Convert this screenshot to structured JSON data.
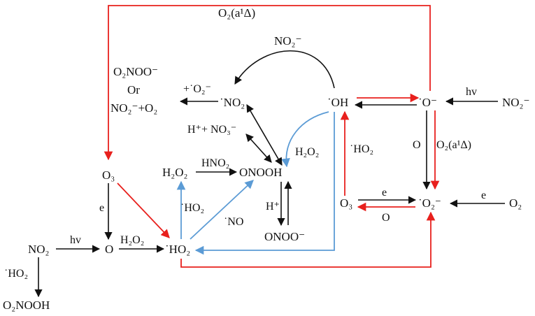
{
  "colors": {
    "black": "#111111",
    "red": "#e8201d",
    "blue": "#5b9bd5"
  },
  "species": {
    "o2_a1delta_top": "O₂(a¹Δ)",
    "no2_minus_top": "NO₂⁻",
    "o2noo_minus": "O₂NOO⁻",
    "or": "Or",
    "no2m_plus_o2": "NO₂⁻+O₂",
    "no2_radical": "˙NO₂",
    "oh_radical": "˙OH",
    "o_radical_anion": "˙O⁻",
    "no2_minus_right": "NO₂⁻",
    "o3_left": "O₃",
    "h2o2_left": "H₂O₂",
    "onooh": "ONOOH",
    "oonoo_minus": "ONOO⁻",
    "o3_right": "O₃",
    "superoxide": "˙O₂⁻",
    "o2_right": "O₂",
    "no2_left": "NO₂",
    "o_atom": "O",
    "ho2_center": "˙HO₂",
    "o2noooh": "O₂NOOH"
  },
  "labels": {
    "plus_o2_minus": "+˙O₂⁻",
    "h_plus_no3": "H⁺+ NO₃⁻",
    "h2o2_mid": "H₂O₂",
    "hno2": "HNO₂",
    "ho2_vertical": "˙HO₂",
    "no_radical": "˙NO",
    "h_plus": "H⁺",
    "ho2_right_vertical": "˙HO₂",
    "hv_right": "hv",
    "o_vertical": "O",
    "o2_a1delta_vertical": "O₂(a¹Δ)",
    "e_o3_superoxide": "e",
    "o_superoxide_o3": "O",
    "e_o2_superoxide": "e",
    "e_o3_o": "e",
    "hv_left": "hv",
    "h2o2_bottom": "H₂O₂",
    "ho2_left": "˙HO₂"
  }
}
